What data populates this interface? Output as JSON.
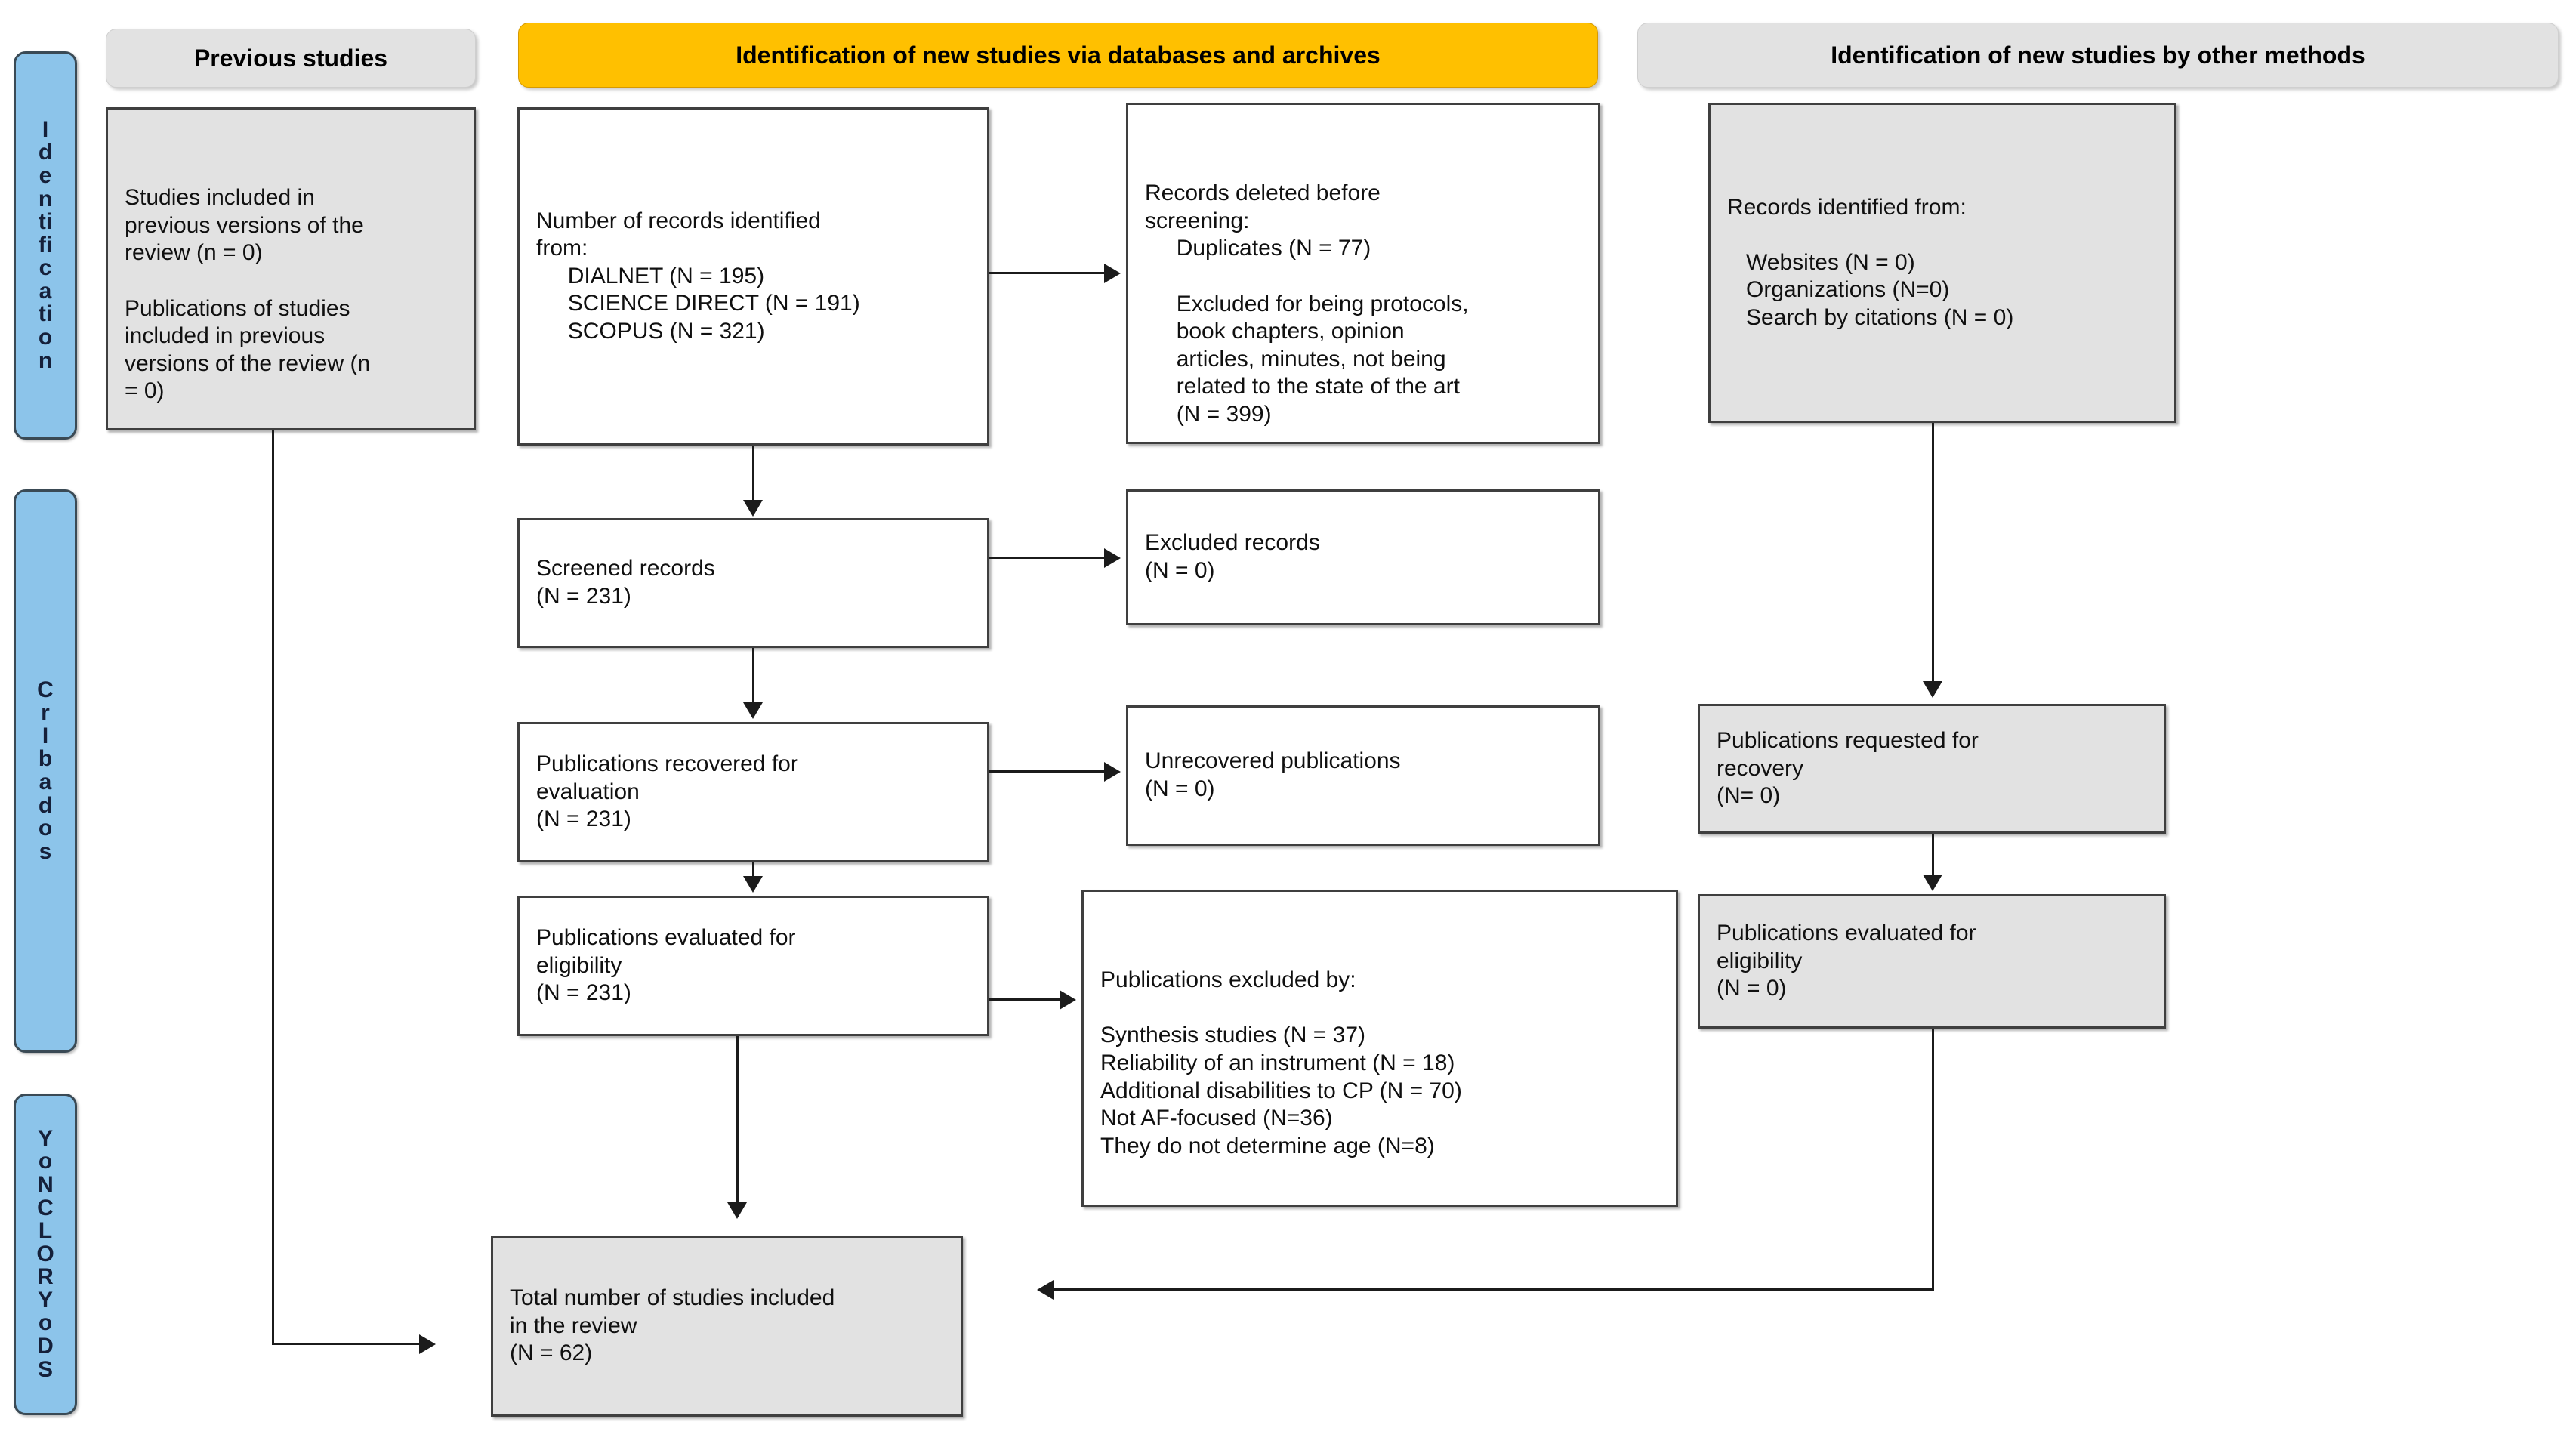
{
  "diagram": {
    "title": "PRISMA 2020 flow diagram",
    "colors": {
      "band": "#8cc4ea",
      "header_grey": "#e2e2e2",
      "header_amber": "#ffc000",
      "box_grey": "#e2e2e2",
      "box_white": "#ffffff",
      "line": "#1b1b1b"
    }
  },
  "stage_bands": [
    {
      "id": "identification",
      "label": "Identification",
      "letters": "I\nd\ne\nn\nti\nfi\nc\na\nti\no\nn"
    },
    {
      "id": "screening",
      "label": "Cribados",
      "letters": "C\nr\nI\nb\na\nd\no\ns"
    },
    {
      "id": "included",
      "label": "YoNCLORYoDS",
      "letters": "Y\no\nN\nC\nL\nO\nR\nY\no\nD\nS"
    }
  ],
  "column_headers": [
    {
      "id": "previous-studies",
      "label": "Previous studies",
      "style": "grey"
    },
    {
      "id": "new-studies-databases",
      "label": "Identification of new studies via databases and archives",
      "style": "amber"
    },
    {
      "id": "new-studies-other",
      "label": "Identification of new studies by other methods",
      "style": "grey"
    }
  ],
  "boxes": {
    "previous_studies": {
      "id": "previous-studies-box",
      "text": "Studies included in\nprevious versions of the\nreview (n = 0)\n\nPublications of studies\nincluded in previous\nversions of the review (n\n= 0)"
    },
    "records_identified": {
      "id": "records-identified-box",
      "text": "Number of records identified\nfrom:\n     DIALNET (N = 195)\n     SCIENCE DIRECT (N = 191)\n     SCOPUS (N = 321)"
    },
    "records_deleted": {
      "id": "records-deleted-box",
      "text": "Records deleted before\nscreening:\n     Duplicates (N = 77)\n\n     Excluded for being protocols,\n     book chapters, opinion\n     articles, minutes, not being\n     related to the state of the art\n     (N = 399)"
    },
    "other_records_identified": {
      "id": "other-records-identified-box",
      "text": "Records identified from:\n\n   Websites (N = 0)\n   Organizations (N=0)\n   Search by citations (N = 0)"
    },
    "screened_records": {
      "id": "screened-records-box",
      "text": "Screened records\n(N = 231)"
    },
    "excluded_records": {
      "id": "excluded-records-box",
      "text": "Excluded records\n(N = 0)"
    },
    "publications_recovered": {
      "id": "publications-recovered-box",
      "text": "Publications recovered for\nevaluation\n(N = 231)"
    },
    "unrecovered_publications": {
      "id": "unrecovered-publications-box",
      "text": "Unrecovered publications\n(N = 0)"
    },
    "publications_requested_recovery": {
      "id": "publications-requested-recovery-box",
      "text": "Publications requested for\nrecovery\n(N= 0)"
    },
    "publications_evaluated_eligibility_mid": {
      "id": "publications-evaluated-eligibility-mid-box",
      "text": "Publications evaluated for\neligibility\n(N = 231)"
    },
    "publications_evaluated_eligibility_right": {
      "id": "publications-evaluated-eligibility-right-box",
      "text": "Publications evaluated for\neligibility\n(N = 0)"
    },
    "publications_excluded": {
      "id": "publications-excluded-box",
      "text": "Publications excluded by:\n\nSynthesis studies (N = 37)\nReliability of an instrument (N = 18)\nAdditional disabilities to CP (N = 70)\nNot AF-focused (N=36)\nThey do not determine age (N=8)"
    },
    "total_included": {
      "id": "total-included-box",
      "text": "Total number of studies included\nin the review\n(N = 62)"
    }
  },
  "counts": {
    "dialnet": 195,
    "science_direct": 191,
    "scopus": 321,
    "duplicates": 77,
    "excluded_protocols_etc": 399,
    "screened": 231,
    "excluded_records": 0,
    "recovered_for_evaluation": 231,
    "unrecovered": 0,
    "evaluated_for_eligibility": 231,
    "synthesis_studies": 37,
    "reliability_instrument": 18,
    "additional_disabilities_cp": 70,
    "not_af_focused": 36,
    "do_not_determine_age": 8,
    "websites": 0,
    "organizations": 0,
    "search_by_citations": 0,
    "requested_for_recovery": 0,
    "other_evaluated_eligibility": 0,
    "total_included": 62,
    "previous_versions_studies": 0,
    "previous_versions_publications": 0
  }
}
